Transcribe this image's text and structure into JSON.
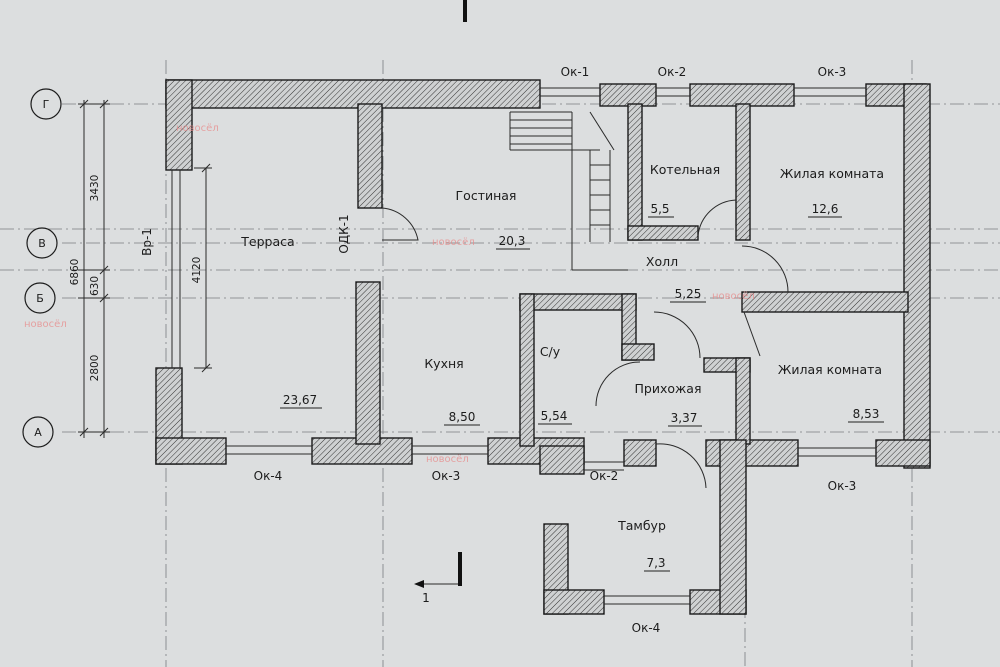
{
  "axes": [
    "Г",
    "В",
    "Б",
    "А"
  ],
  "axis_top_tick": "I",
  "dimensions": {
    "d1": "3430",
    "d2": "6860",
    "d3": "630",
    "d4": "2800",
    "d5": "4120"
  },
  "openings": {
    "ok1": "Ок-1",
    "ok2_top": "Ок-2",
    "ok3_top": "Ок-3",
    "ok4_left": "Ок-4",
    "ok3_mid": "Ок-3",
    "ok2_bottom": "Ок-2",
    "ok3_right": "Ок-3",
    "ok4_bottom": "Ок-4",
    "vr1": "Вр-1",
    "odk1": "ОДК-1"
  },
  "rooms": [
    {
      "name": "Терраса",
      "area": "23,67"
    },
    {
      "name": "Гостиная",
      "area": "20,3"
    },
    {
      "name": "Котельная",
      "area": "5,5"
    },
    {
      "name": "Жилая комната",
      "area": "12,6"
    },
    {
      "name": "Холл",
      "area": "5,25"
    },
    {
      "name": "Кухня",
      "area": "8,50"
    },
    {
      "name": "С/у",
      "area": "5,54"
    },
    {
      "name": "Прихожая",
      "area": "3,37"
    },
    {
      "name": "Жилая комната",
      "area": "8,53"
    },
    {
      "name": "Тамбур",
      "area": "7,3"
    }
  ],
  "section_mark": "1",
  "watermark": "новосёл"
}
